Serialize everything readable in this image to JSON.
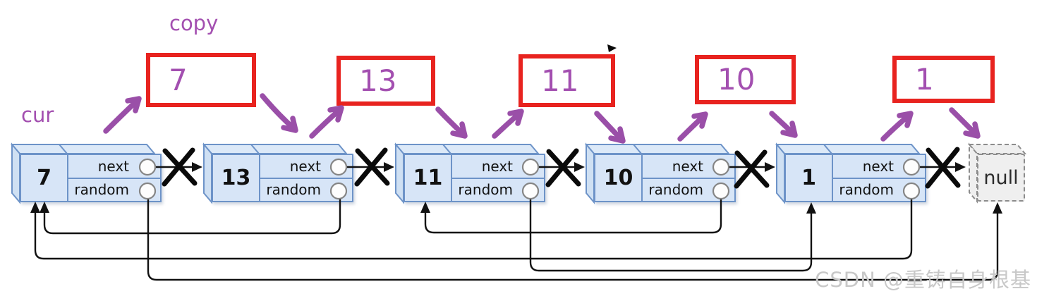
{
  "labels": {
    "cur": "cur",
    "copy": "copy",
    "watermark": "CSDN @重铸自身根基"
  },
  "fields": {
    "next": "next",
    "random": "random"
  },
  "nodes": [
    {
      "value": "7"
    },
    {
      "value": "13"
    },
    {
      "value": "11"
    },
    {
      "value": "10"
    },
    {
      "value": "1"
    }
  ],
  "copies": [
    {
      "value": "7"
    },
    {
      "value": "13"
    },
    {
      "value": "11"
    },
    {
      "value": "10"
    },
    {
      "value": "1"
    }
  ],
  "terminal": {
    "label": "null"
  },
  "random_links": [
    {
      "from": "7",
      "to": "null"
    },
    {
      "from": "13",
      "to": "7"
    },
    {
      "from": "11",
      "to": "1"
    },
    {
      "from": "10",
      "to": "11"
    },
    {
      "from": "1",
      "to": "7"
    }
  ],
  "colors": {
    "node_fill": "#d7e5f7",
    "node_border": "#6d93c8",
    "copy_box_border": "#e8231f",
    "annotation_purple": "#a34fb0",
    "line_black": "#111111"
  }
}
